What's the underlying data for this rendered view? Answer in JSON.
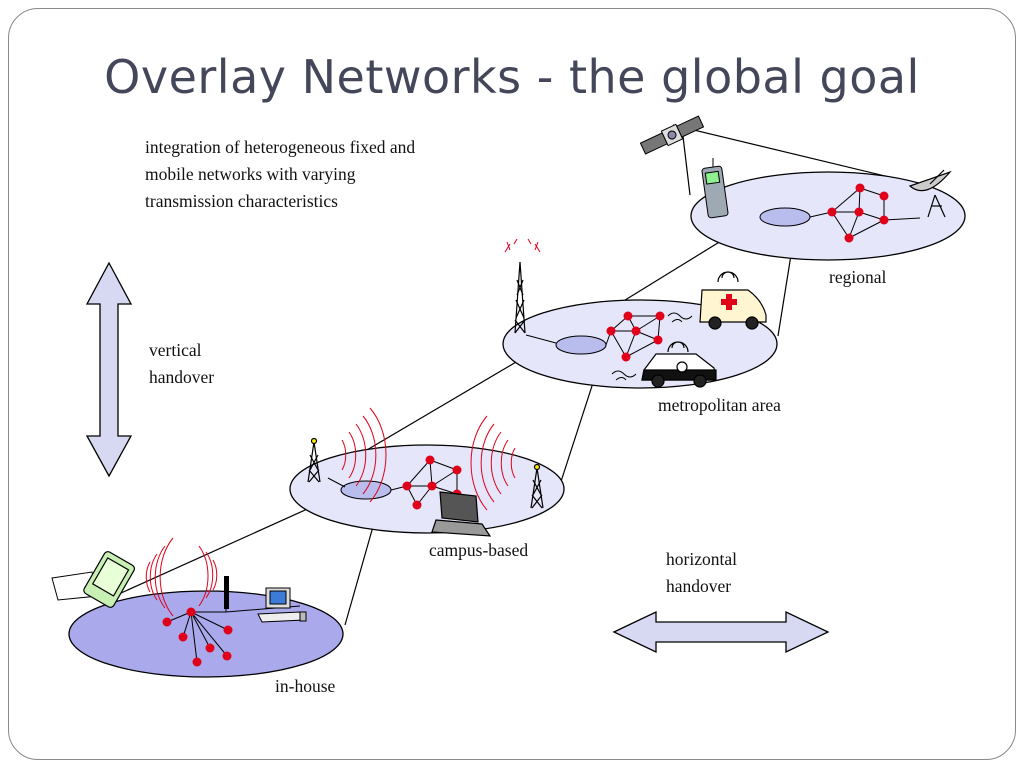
{
  "title": "Overlay Networks - the global goal",
  "intro": {
    "line1": "integration of heterogeneous fixed and",
    "line2": "mobile networks with varying",
    "line3": "transmission characteristics"
  },
  "vertical": {
    "line1": "vertical",
    "line2": "handover"
  },
  "horizontal": {
    "line1": "horizontal",
    "line2": "handover"
  },
  "networks": {
    "regional": "regional",
    "metropolitan": "metropolitan area",
    "campus": "campus-based",
    "inhouse": "in-house"
  },
  "colors": {
    "title": "#44475a",
    "network_fill": "#e6e6fa",
    "inhouse_fill": "#a9a9ec",
    "hub_fill": "#b9bdee",
    "node": "#e0001a",
    "arrow_fill": "#d7d9f2",
    "signal": "#e0001a"
  }
}
